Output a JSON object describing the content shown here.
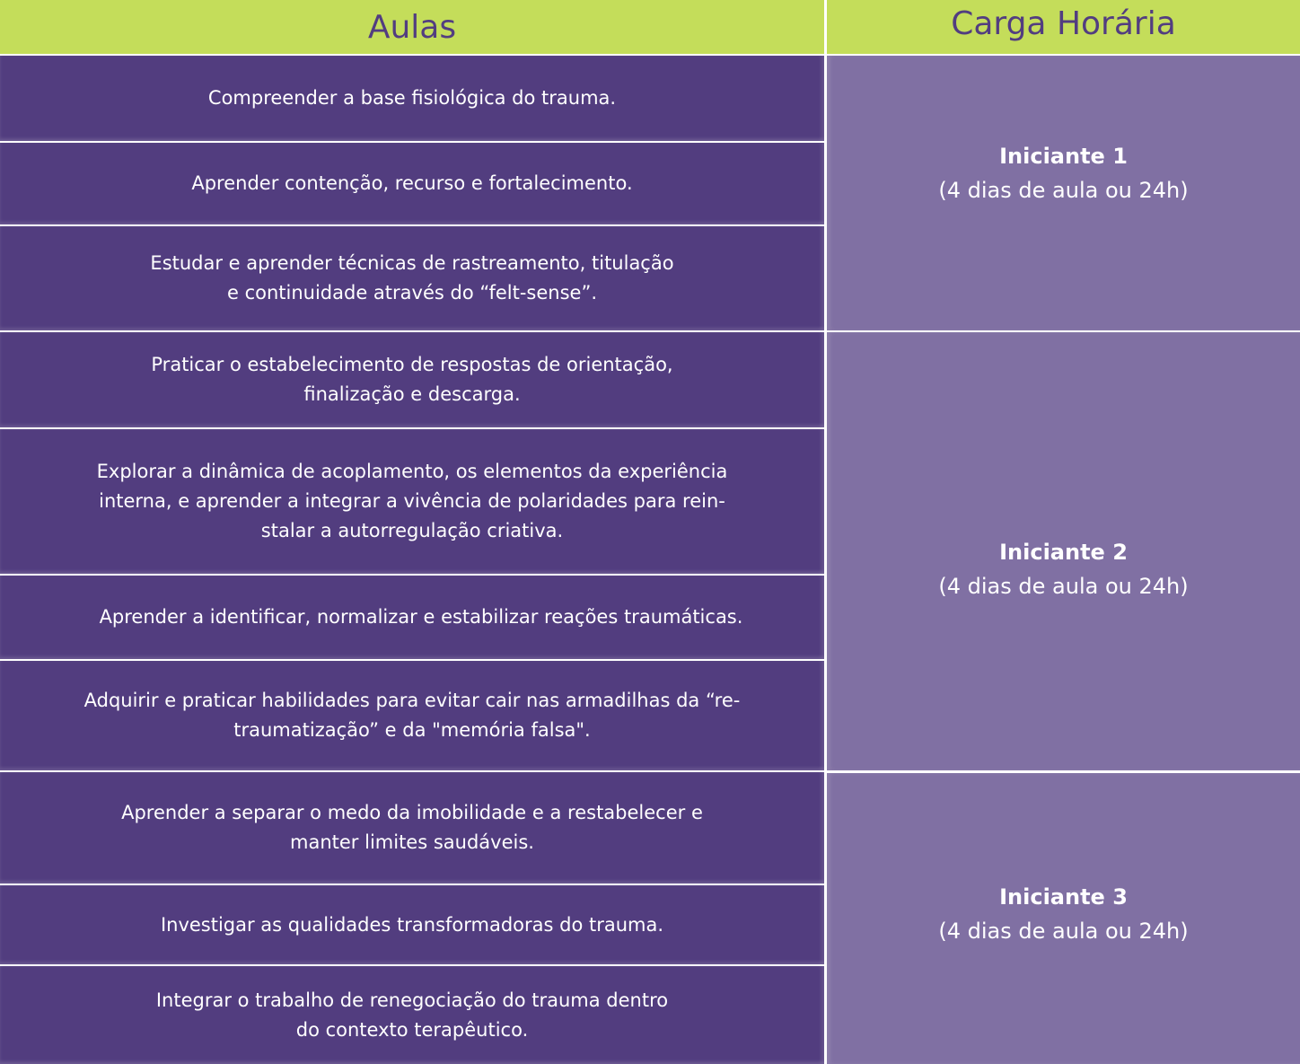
{
  "header": {
    "col1": "Aulas",
    "col2": "Carga Horária"
  },
  "colors": {
    "header_bg": "#c4dd5a",
    "header_text": "#523d80",
    "lesson_bg": "#523d7f",
    "group_bg": "#8070a3",
    "text": "#ffffff",
    "divider": "#ffffff"
  },
  "lessons": [
    {
      "text": "Compreender a base fisiológica do trauma."
    },
    {
      "text": "Aprender contenção, recurso e fortalecimento."
    },
    {
      "text": "Estudar e aprender técnicas de rastreamento, titulação\ne continuidade através do “felt-sense”."
    },
    {
      "text": "Praticar o estabelecimento de respostas de orientação,\nfinalização e descarga."
    },
    {
      "text": "Explorar a dinâmica de acoplamento, os elementos da experiência\ninterna, e aprender a integrar a vivência de polaridades para rein-\nstalar a autorregulação criativa."
    },
    {
      "text": "Aprender a identificar, normalizar e estabilizar reações traumáticas."
    },
    {
      "text": "Adquirir e praticar habilidades para evitar cair nas armadilhas da “re-\ntraumatização” e da \"memória falsa\"."
    },
    {
      "text": "Aprender a separar o medo da imobilidade e a restabelecer e\nmanter limites saudáveis."
    },
    {
      "text": "Investigar as qualidades transformadoras do trauma."
    },
    {
      "text": "Integrar o trabalho de renegociação do trauma dentro\ndo contexto terapêutico."
    }
  ],
  "groups": [
    {
      "level": "Iniciante 1",
      "hours": "(4 dias de aula ou 24h)"
    },
    {
      "level": "Iniciante 2",
      "hours": "(4 dias de aula ou 24h)"
    },
    {
      "level": "Iniciante 3",
      "hours": "(4 dias de aula ou 24h)"
    }
  ]
}
